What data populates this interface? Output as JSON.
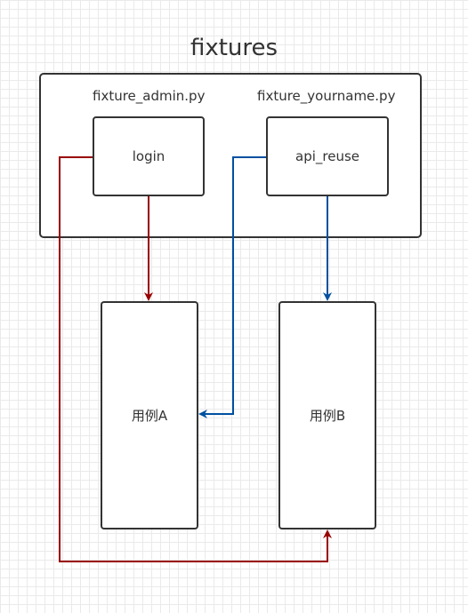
{
  "title": "fixtures",
  "files": {
    "left": "fixture_admin.py",
    "right": "fixture_yourname.py"
  },
  "nodes": {
    "login": "login",
    "api_reuse": "api_reuse",
    "case_a": "用例A",
    "case_b": "用例B"
  },
  "colors": {
    "red_edge": "#990000",
    "blue_edge": "#0050a0",
    "border": "#333333"
  }
}
